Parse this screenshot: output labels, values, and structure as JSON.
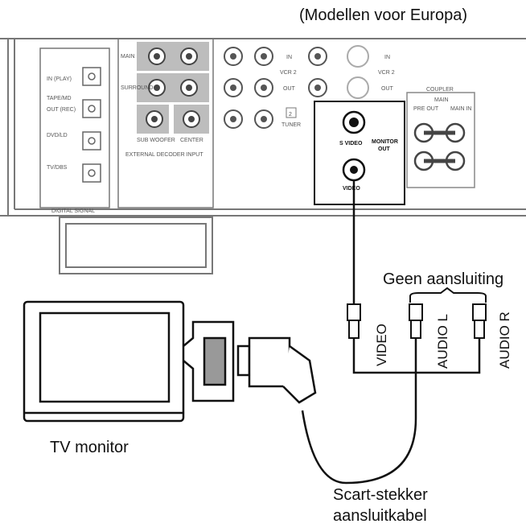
{
  "caption_region": "(Modellen voor Europa)",
  "receiver": {
    "digital_signal": {
      "title": "DIGITAL SIGNAL",
      "inputs": [
        "IN\n(PLAY)",
        "TAPE/MD",
        "OUT\n(REC)",
        "DVD/LD",
        "TV/DBS"
      ]
    },
    "decoder": {
      "title": "EXTERNAL DECODER INPUT",
      "main": "MAIN",
      "surround": "SURROUND",
      "subwoofer": "SUB WOOFER",
      "center": "CENTER"
    },
    "vcr2": {
      "in": "IN",
      "name": "VCR 2",
      "out": "OUT"
    },
    "tuner": "TUNER",
    "tuner_badge": "2",
    "s_video": "S VIDEO",
    "monitor_out": "MONITOR\nOUT",
    "video": "VIDEO",
    "coupler": {
      "title": "COUPLER",
      "main": "MAIN",
      "pre_out": "PRE\nOUT",
      "main_in": "MAIN\nIN"
    }
  },
  "labels": {
    "geen_aansluiting": "Geen aansluiting",
    "video": "VIDEO",
    "audio_l": "AUDIO L",
    "audio_r": "AUDIO R",
    "tv_monitor": "TV monitor",
    "scart_line1": "Scart-stekker",
    "scart_line2": "aansluitkabel"
  }
}
